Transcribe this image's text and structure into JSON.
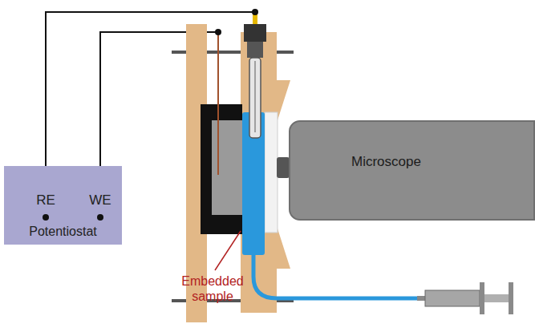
{
  "diagram": {
    "nodes": [
      {
        "text": [
          "Potentiostat"
        ]
      },
      {
        "text": [
          "Microscope"
        ]
      }
    ],
    "labels": [
      "RE",
      "WE",
      "Embedded sample"
    ]
  }
}
